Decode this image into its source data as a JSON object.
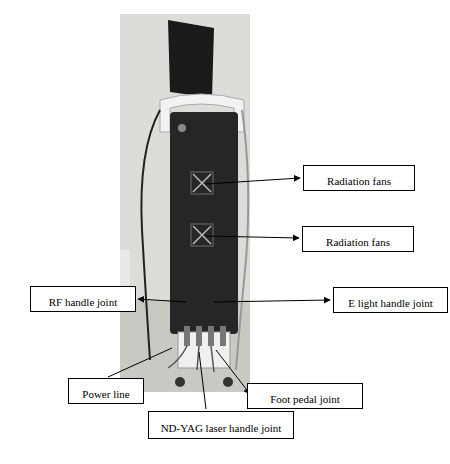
{
  "diagram": {
    "nodes": [
      {
        "text": [
          "Radiation fans"
        ]
      },
      {
        "text": [
          "Radiation fans"
        ]
      },
      {
        "text": [
          "RF handle joint"
        ]
      },
      {
        "text": [
          "E light handle joint"
        ]
      },
      {
        "text": [
          "Power line"
        ]
      },
      {
        "text": [
          "Foot pedal joint"
        ]
      },
      {
        "text": [
          "ND-YAG laser handle joint"
        ]
      }
    ]
  }
}
